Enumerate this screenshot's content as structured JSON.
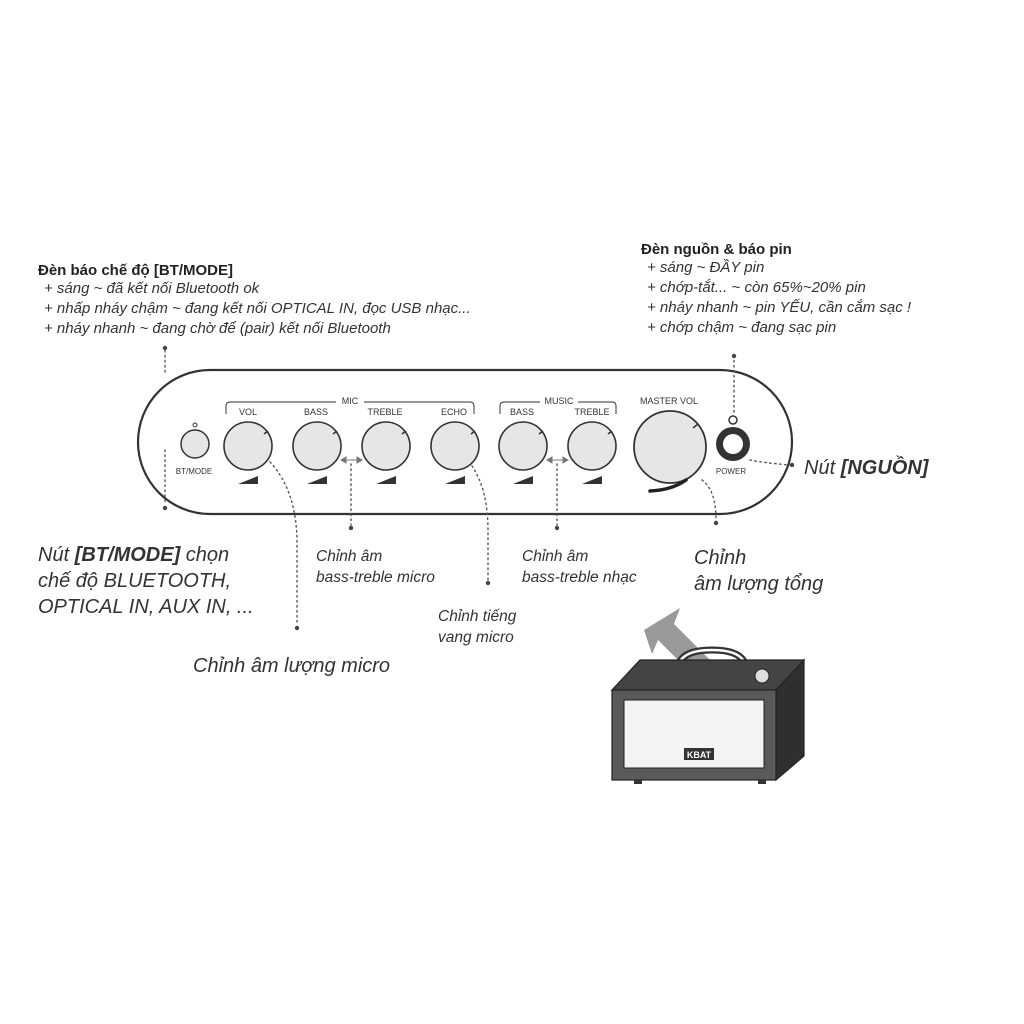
{
  "mode_note": {
    "title": "Đèn báo chế độ [BT/MODE]",
    "lines": [
      "+ sáng ~ đã kết nối Bluetooth ok",
      "+ nhấp nháy chậm ~ đang kết nối OPTICAL IN, đọc USB nhạc...",
      "+ nháy nhanh ~ đang chờ để (pair) kết nối Bluetooth"
    ]
  },
  "power_note": {
    "title": "Đèn nguồn & báo pin",
    "lines": [
      "+ sáng ~ ĐẦY pin",
      "+ chớp-tắt... ~ còn 65%~20% pin",
      "+ nháy nhanh ~ pin YẾU, cần cắm sạc !",
      "+ chớp chậm ~ đang sạc pin"
    ]
  },
  "panel": {
    "mic_group": "MIC",
    "music_group": "MUSIC",
    "knobs": {
      "vol": "VOL",
      "mic_bass": "BASS",
      "mic_treble": "TREBLE",
      "echo": "ECHO",
      "music_bass": "BASS",
      "music_treble": "TREBLE",
      "master": "MASTER VOL"
    },
    "bt_mode_label": "BT/MODE",
    "power_label": "POWER"
  },
  "callouts": {
    "power_prefix": "Nút ",
    "power_bold": "[NGUỒN]",
    "mode_prefix": "Nút ",
    "mode_bold": "[BT/MODE]",
    "mode_rest1": " chọn",
    "mode_line2": "chế độ BLUETOOTH,",
    "mode_line3": "OPTICAL IN, AUX IN, ...",
    "mic_bt_line1": "Chỉnh âm",
    "mic_bt_line2": "bass-treble micro",
    "music_bt_line1": "Chỉnh âm",
    "music_bt_line2": "bass-treble nhạc",
    "master_line1": "Chỉnh",
    "master_line2": "âm lượng tổng",
    "echo_line1": "Chỉnh tiếng",
    "echo_line2": "vang micro",
    "mic_vol": "Chỉnh âm lượng micro"
  },
  "speaker": {
    "brand": "KBAT"
  },
  "colors": {
    "line": "#555555",
    "panel_stroke": "#333333",
    "knob_fill": "#e6e6e6",
    "speaker_body": "#5a5a5a"
  }
}
